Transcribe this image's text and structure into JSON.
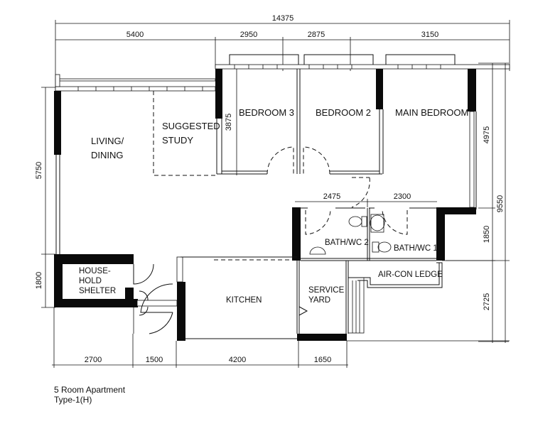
{
  "plan": {
    "title": "5 Room Apartment",
    "subtitle": "Type-1(H)"
  },
  "rooms": {
    "living_dining_1": "LIVING/",
    "living_dining_2": "DINING",
    "study_1": "SUGGESTED",
    "study_2": "STUDY",
    "bedroom3": "BEDROOM 3",
    "bedroom2": "BEDROOM 2",
    "main_bedroom": "MAIN BEDROOM",
    "bath2": "BATH/WC 2",
    "bath1": "BATH/WC 1",
    "aircon": "AIR-CON LEDGE",
    "shelter_1": "HOUSE-",
    "shelter_2": "HOLD",
    "shelter_3": "SHELTER",
    "kitchen": "KITCHEN",
    "service_1": "SERVICE",
    "service_2": "YARD"
  },
  "dimensions": {
    "top_total": "14375",
    "top": [
      "5400",
      "2950",
      "2875",
      "3150"
    ],
    "bottom": [
      "2700",
      "1500",
      "4200",
      "1650"
    ],
    "left": [
      "5750",
      "1800"
    ],
    "right_inner": [
      "4975",
      "1850",
      "2725"
    ],
    "right_total": "9550",
    "bedroom3_depth": "3875",
    "bath2_width": "2475",
    "bath1_width": "2300"
  }
}
